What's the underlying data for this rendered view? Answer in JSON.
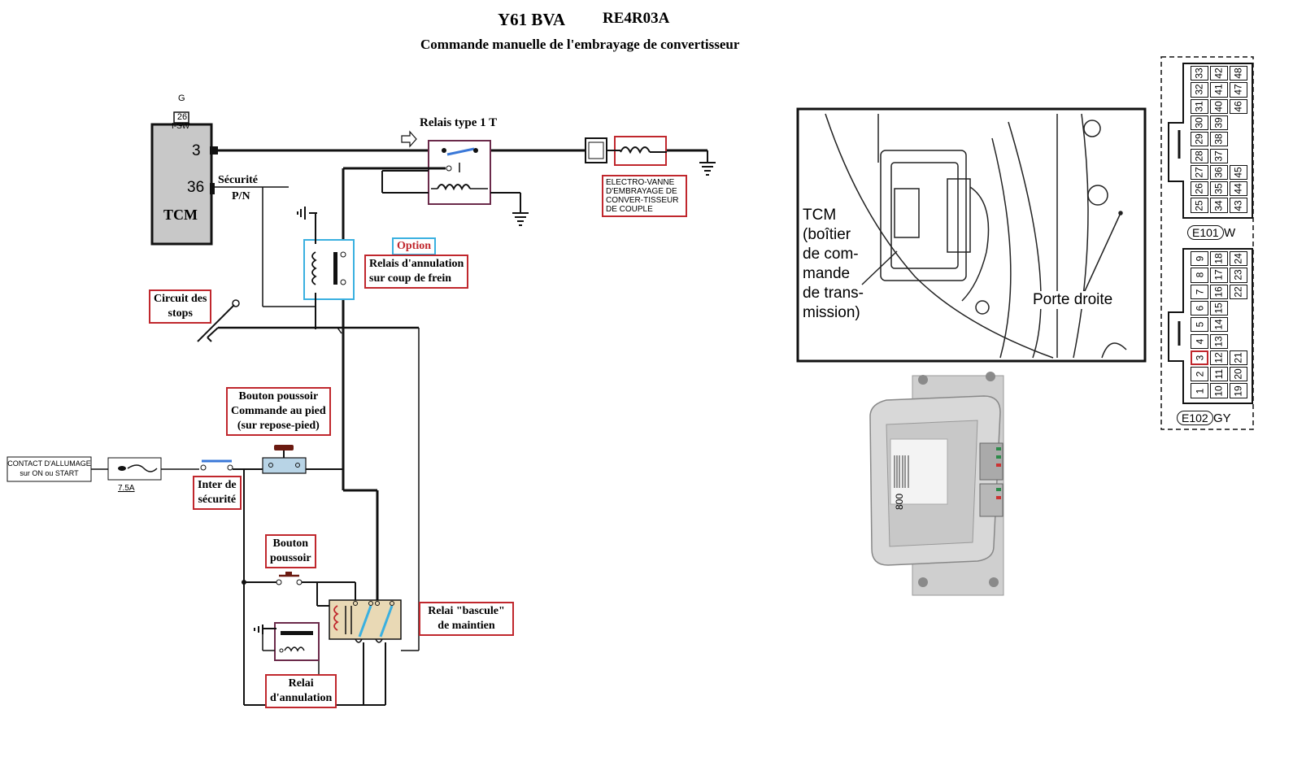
{
  "header": {
    "title_model": "Y61  BVA",
    "title_gearbox": "RE4R03A",
    "subtitle": "Commande manuelle de l'embrayage de convertisseur"
  },
  "tcm_block": {
    "connector_letter": "G",
    "connector_pin": "26",
    "connector_label": "I-SW",
    "pin_3": "3",
    "pin_36": "36",
    "name": "TCM",
    "securite_line1": "Sécurité",
    "securite_line2": "P/N"
  },
  "relay_1t": {
    "label": "Relais type 1 T"
  },
  "solenoid": {
    "label_line1": "ELECTRO-VANNE",
    "label_line2": "D'EMBRAYAGE DE",
    "label_line3": "CONVER-TISSEUR",
    "label_line4": "DE  COUPLE"
  },
  "option": {
    "label": "Option",
    "relay_line1": "Relais d'annulation",
    "relay_line2": "sur coup de frein"
  },
  "stops": {
    "line1": "Circuit des",
    "line2": "stops"
  },
  "ignition": {
    "line1": "CONTACT D'ALLUMAGE",
    "line2": "sur ON ou START",
    "fuse": "7.5A"
  },
  "safety_switch": {
    "line1": "Inter de",
    "line2": "sécurité"
  },
  "foot_button": {
    "line1": "Bouton poussoir",
    "line2": "Commande au pied",
    "line3": "(sur repose-pied)"
  },
  "push_button": {
    "line1": "Bouton",
    "line2": "poussoir"
  },
  "toggle_relay": {
    "line1": "Relai \"bascule\"",
    "line2": "de maintien"
  },
  "cancel_relay": {
    "line1": "Relai",
    "line2": "d'annulation"
  },
  "location_figure": {
    "tcm_lines": [
      "TCM",
      "(boîtier",
      "de com-",
      "mande",
      "de trans-",
      "mission)"
    ],
    "door": "Porte droite"
  },
  "connector_e101": {
    "name": "E101",
    "color": "W",
    "rows": [
      [
        "33",
        "42",
        "48"
      ],
      [
        "32",
        "41",
        "47"
      ],
      [
        "31",
        "40",
        "46"
      ],
      [
        "30",
        "39",
        ""
      ],
      [
        "29",
        "38",
        ""
      ],
      [
        "28",
        "37",
        ""
      ],
      [
        "27",
        "36",
        "45"
      ],
      [
        "26",
        "35",
        "44"
      ],
      [
        "25",
        "34",
        "43"
      ]
    ]
  },
  "connector_e102": {
    "name": "E102",
    "color": "GY",
    "highlight_pin": "3",
    "rows": [
      [
        "9",
        "18",
        "24"
      ],
      [
        "8",
        "17",
        "23"
      ],
      [
        "7",
        "16",
        "22"
      ],
      [
        "6",
        "15",
        ""
      ],
      [
        "5",
        "14",
        ""
      ],
      [
        "4",
        "13",
        ""
      ],
      [
        "3",
        "12",
        "21"
      ],
      [
        "2",
        "11",
        "20"
      ],
      [
        "1",
        "10",
        "19"
      ]
    ]
  },
  "ecu_photo": {
    "label": "800"
  },
  "colors": {
    "wire": "#000000",
    "label_border": "#c0272d",
    "option_box": "#3ab0e0",
    "relay_box": "#6b2a4a",
    "switch_blue": "#3a78d8"
  }
}
